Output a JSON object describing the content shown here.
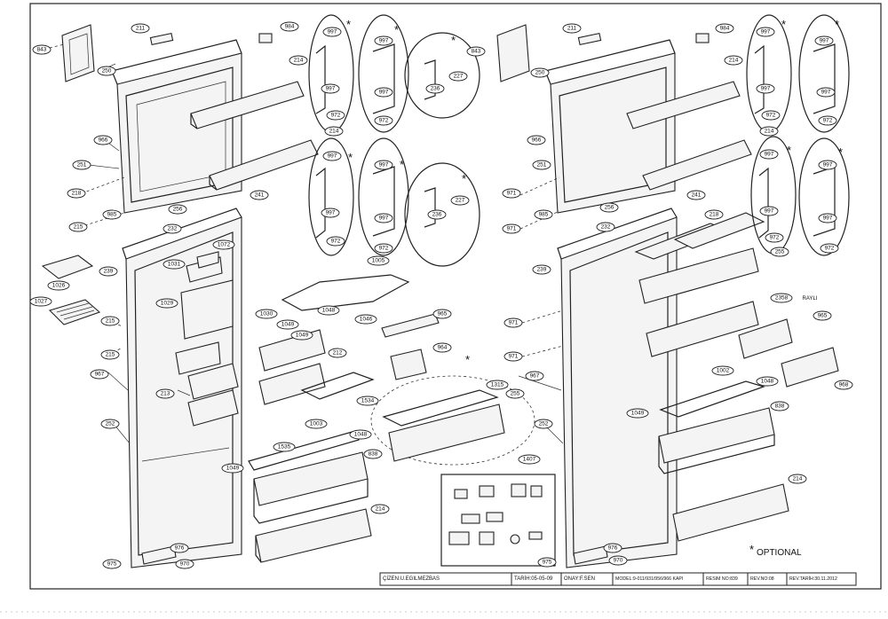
{
  "part_labels": {
    "p211": "211",
    "p984": "984",
    "p843": "843",
    "p250": "250",
    "p214": "214",
    "p966": "966",
    "p251": "251",
    "p218": "218",
    "p241": "241",
    "p256": "256",
    "p985": "985",
    "p232": "232",
    "p215": "215",
    "p1072": "1072",
    "p1031": "1031",
    "p239": "239",
    "p1026": "1026",
    "p1027": "1027",
    "p1029": "1029",
    "p1030": "1030",
    "p1049": "1049",
    "p1048": "1048",
    "p1046": "1046",
    "p1005": "1005",
    "p965": "965",
    "p964": "964",
    "p212": "212",
    "p213": "213",
    "p967": "967",
    "p252": "252",
    "p1534": "1534",
    "p1003": "1003",
    "p1535": "1535",
    "p838": "838",
    "p1315": "1315",
    "p255": "255",
    "p1407": "1407",
    "p976": "976",
    "p975": "975",
    "p970": "970",
    "p997": "997",
    "p972": "972",
    "p236": "236",
    "p227": "227",
    "p971": "971",
    "p2358": "2358",
    "p968": "968",
    "p1002": "1002"
  },
  "rayli_note": "RAYLI",
  "optional_note": "OPTIONAL",
  "star": "*",
  "title_block": {
    "drawn_by": "ÇİZEN:U.EGILMEZBAS",
    "date": "TARİH:05-05-09",
    "approved_by": "ONAY:F.SEN",
    "model": "MODEL:9-011/931/956/966 KAPI",
    "drawing_no": "RESIM NO:839",
    "rev_no": "REV.NO:08",
    "rev_date": "REV.TARİH:30.11.2012"
  }
}
